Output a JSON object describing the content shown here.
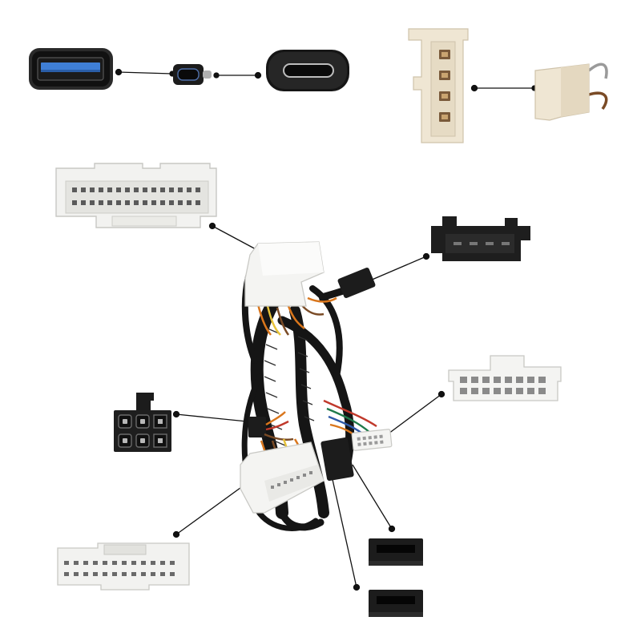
{
  "image": {
    "subject": "wiring-harness-with-callout-connectors",
    "background": "#ffffff",
    "colors": {
      "white_plastic": "#f2f2f0",
      "cream_plastic": "#efe6d3",
      "black_plastic": "#1e1e1e",
      "usb_blue": "#3f7fd6",
      "sleeve": "#151515",
      "wire_orange": "#d9761c",
      "wire_yellow": "#e7c33a",
      "wire_brown": "#7a4b26",
      "callout": "#111111"
    },
    "parts": [
      {
        "name": "usb-a-port",
        "color": "black_plastic"
      },
      {
        "name": "usb-c-adapter",
        "color": "black_plastic"
      },
      {
        "name": "usb-c-port",
        "color": "black_plastic"
      },
      {
        "name": "cream-4pin-socket",
        "color": "cream_plastic"
      },
      {
        "name": "cream-2pin-plug",
        "color": "cream_plastic"
      },
      {
        "name": "white-large-connector-top",
        "color": "white_plastic"
      },
      {
        "name": "black-4pin-connector",
        "color": "black_plastic"
      },
      {
        "name": "white-16pin-connector",
        "color": "white_plastic"
      },
      {
        "name": "black-6pin-connector",
        "color": "black_plastic"
      },
      {
        "name": "white-large-connector-bottom",
        "color": "white_plastic"
      },
      {
        "name": "black-pin-header-a",
        "color": "black_plastic"
      },
      {
        "name": "black-pin-header-b",
        "color": "black_plastic"
      },
      {
        "name": "harness-bundle",
        "color": "sleeve"
      }
    ]
  }
}
